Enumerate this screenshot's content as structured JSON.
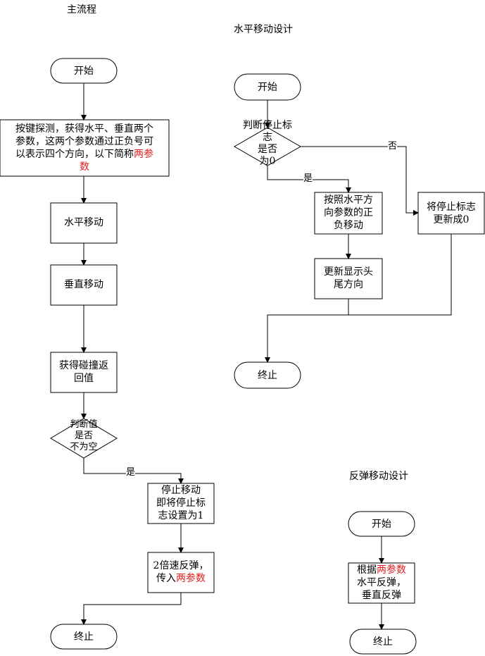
{
  "titles": {
    "main": "主流程",
    "horizontal": "水平移动设计",
    "bounce": "反弹移动设计"
  },
  "main_flow": {
    "start": "开始",
    "detect": {
      "l1": "按键探测，获得水平、垂直两个",
      "l2": "参数，这两个参数通过正负号可",
      "l3a": "以表示四个方向，以下简称",
      "l3red": "两参",
      "l4red": "数"
    },
    "h_move": "水平移动",
    "v_move": "垂直移动",
    "collide": {
      "l1": "获得碰撞返",
      "l2": "回值"
    },
    "decision": {
      "l1": "判断值",
      "l2": "是否",
      "l3": "不为空"
    },
    "yes": "是",
    "stop": {
      "l1": "停止移动",
      "l2": "即将停止标",
      "l3": "志设置为1"
    },
    "bounce": {
      "l1": "2倍速反弹，",
      "l2a": "传入",
      "l2red": "两参数"
    },
    "end": "终止"
  },
  "horizontal_flow": {
    "start": "开始",
    "decision": {
      "l1": "判断停止标",
      "l2": "志",
      "l3": "是否",
      "l4": "为0"
    },
    "yes": "是",
    "no": "否",
    "move": {
      "l1": "按照水平方",
      "l2": "向参数的正",
      "l3": "负移动"
    },
    "update_flag": {
      "l1": "将停止标志",
      "l2": "更新成0"
    },
    "update_display": {
      "l1": "更新显示头",
      "l2": "尾方向"
    },
    "end": "终止"
  },
  "bounce_flow": {
    "start": "开始",
    "body": {
      "l1a": "根据",
      "l1red": "两参数",
      "l2": "水平反弹，",
      "l3": "垂直反弹"
    },
    "end": "终止"
  }
}
